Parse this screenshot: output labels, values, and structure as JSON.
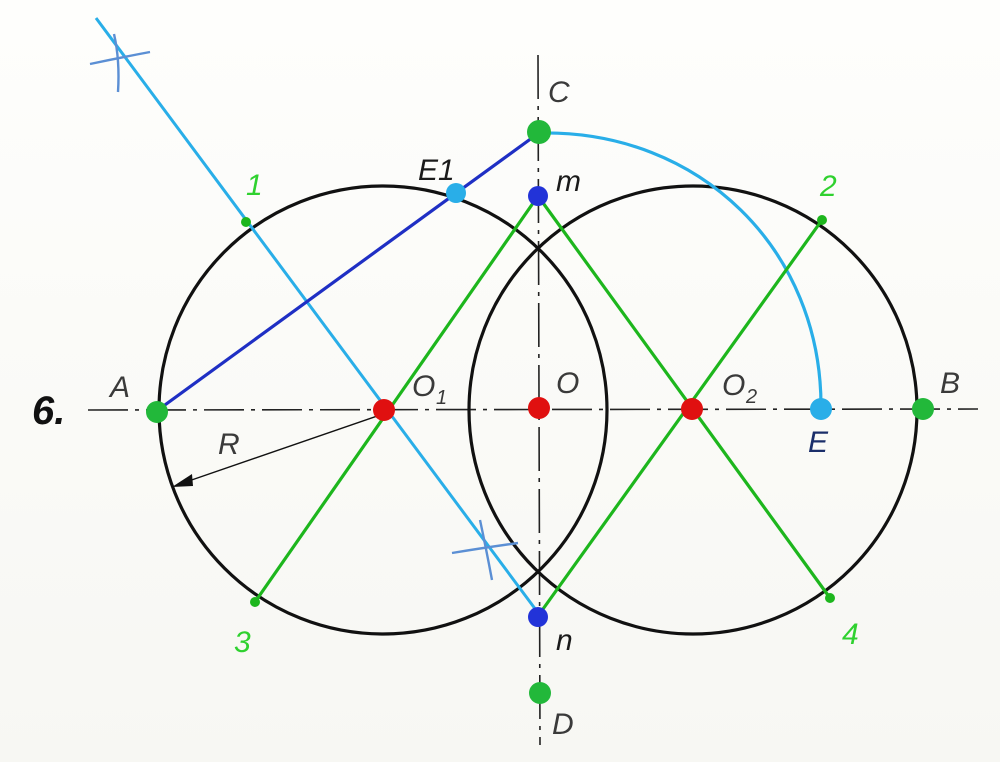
{
  "figure_label": "6.",
  "points": {
    "A": "A",
    "B": "B",
    "C": "C",
    "D": "D",
    "E": "E",
    "E1": "E1",
    "O": "O",
    "O1": "O",
    "O1_sub": "1",
    "O2": "O",
    "O2_sub": "2",
    "m": "m",
    "n": "n",
    "R": "R"
  },
  "division_marks": [
    "1",
    "2",
    "3",
    "4"
  ],
  "colors": {
    "circle": "#111111",
    "axis": "#222222",
    "bisector": "#29aee8",
    "chord": "#1f2fc4",
    "tangents": "#1db61d",
    "labels_green": "#2fd12f",
    "center_dots": "#e01010",
    "end_dots": "#22b83a",
    "m_n_dots": "#2233d8",
    "E_dots": "#29aee8"
  }
}
